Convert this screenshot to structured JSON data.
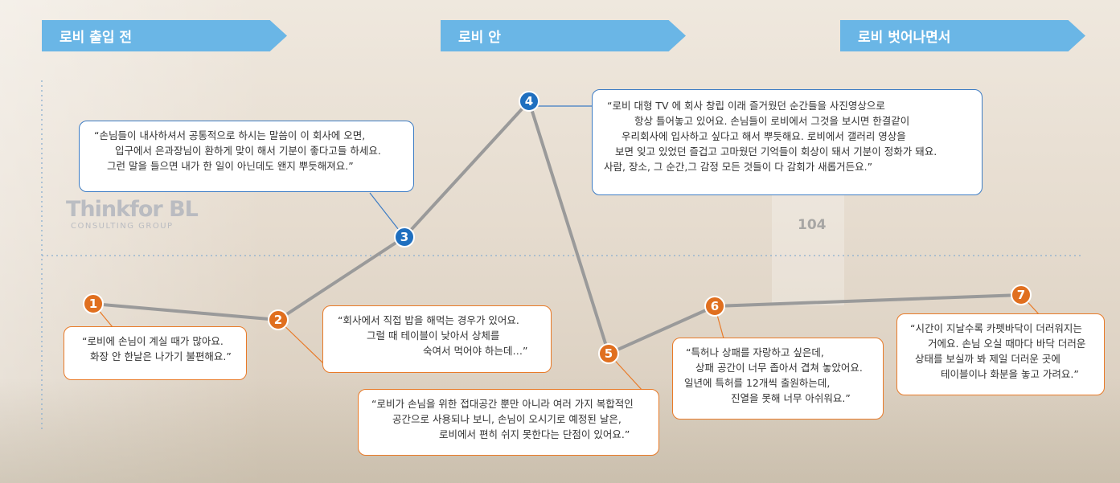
{
  "stages": [
    {
      "label": "로비 출입 전"
    },
    {
      "label": "로비 안"
    },
    {
      "label": "로비 벗어나면서"
    }
  ],
  "logo": {
    "brand": "Thinkfor BL",
    "sub": "CONSULTING GROUP"
  },
  "room_number": "104",
  "colors": {
    "orange": "#e06f1f",
    "blue": "#1f6fbf",
    "tab": "#6ab6e6",
    "line": "#9a9a9a"
  },
  "journey": [
    {
      "step": "1",
      "color": "orange",
      "y_level": "low",
      "quote": [
        "“로비에 손님이 계실 때가 많아요.",
        "화장 안 한날은 나가기 불편해요.”"
      ]
    },
    {
      "step": "2",
      "color": "orange",
      "y_level": "low",
      "quote": [
        "“회사에서 직접 밥을 해먹는 경우가 있어요.",
        "그럴 때 테이블이 낮아서 상체를",
        "숙여서 먹어야 하는데…”"
      ]
    },
    {
      "step": "3",
      "color": "blue",
      "y_level": "mid",
      "quote": [
        "“손님들이 내사하셔서 공통적으로 하시는 말씀이 이 회사에 오면,",
        "입구에서 은과장님이 환하게 맞이 해서 기분이 좋다고들 하세요.",
        "그런 말을 들으면  내가 한 일이 아닌데도 왠지 뿌듯해져요.”"
      ]
    },
    {
      "step": "4",
      "color": "blue",
      "y_level": "high",
      "quote": [
        "“로비 대형 TV 에 회사 창립 이래 즐거웠던 순간들을 사진영상으로",
        "항상 틀어놓고 있어요. 손님들이 로비에서 그것을 보시면 한결같이",
        "우리회사에 입사하고 싶다고 해서 뿌듯해요. 로비에서 갤러리 영상을",
        "보면 잊고 있었던 즐겁고 고마웠던 기억들이 회상이 돼서 기분이 정화가 돼요.",
        "사람, 장소, 그 순간,그 감정 모든 것들이 다 감회가 새롭거든요.”"
      ]
    },
    {
      "step": "5",
      "color": "orange",
      "y_level": "lowest",
      "quote": [
        "“로비가 손님을 위한 접대공간 뿐만 아니라 여러 가지 복합적인",
        "공간으로 사용되나 보니, 손님이 오시기로 예정된 날은,",
        "로비에서 편히 쉬지 못한다는 단점이 있어요.”"
      ]
    },
    {
      "step": "6",
      "color": "orange",
      "y_level": "low",
      "quote": [
        "“특허나 상패를 자랑하고 싶은데,",
        "상패 공간이 너무 좁아서 겹쳐 놓았어요.",
        "일년에 특허를 12개씩 출원하는데,",
        "진열을 못해 너무 아쉬워요.”"
      ]
    },
    {
      "step": "7",
      "color": "orange",
      "y_level": "low",
      "quote": [
        "“시간이 지날수록 카펫바닥이 더러워지는",
        "거에요. 손님  오실 때마다 바닥 더러운",
        "상태를 보실까 봐 제일 더러운 곳에",
        "테이블이나 화분을 놓고 가려요.”"
      ]
    }
  ]
}
